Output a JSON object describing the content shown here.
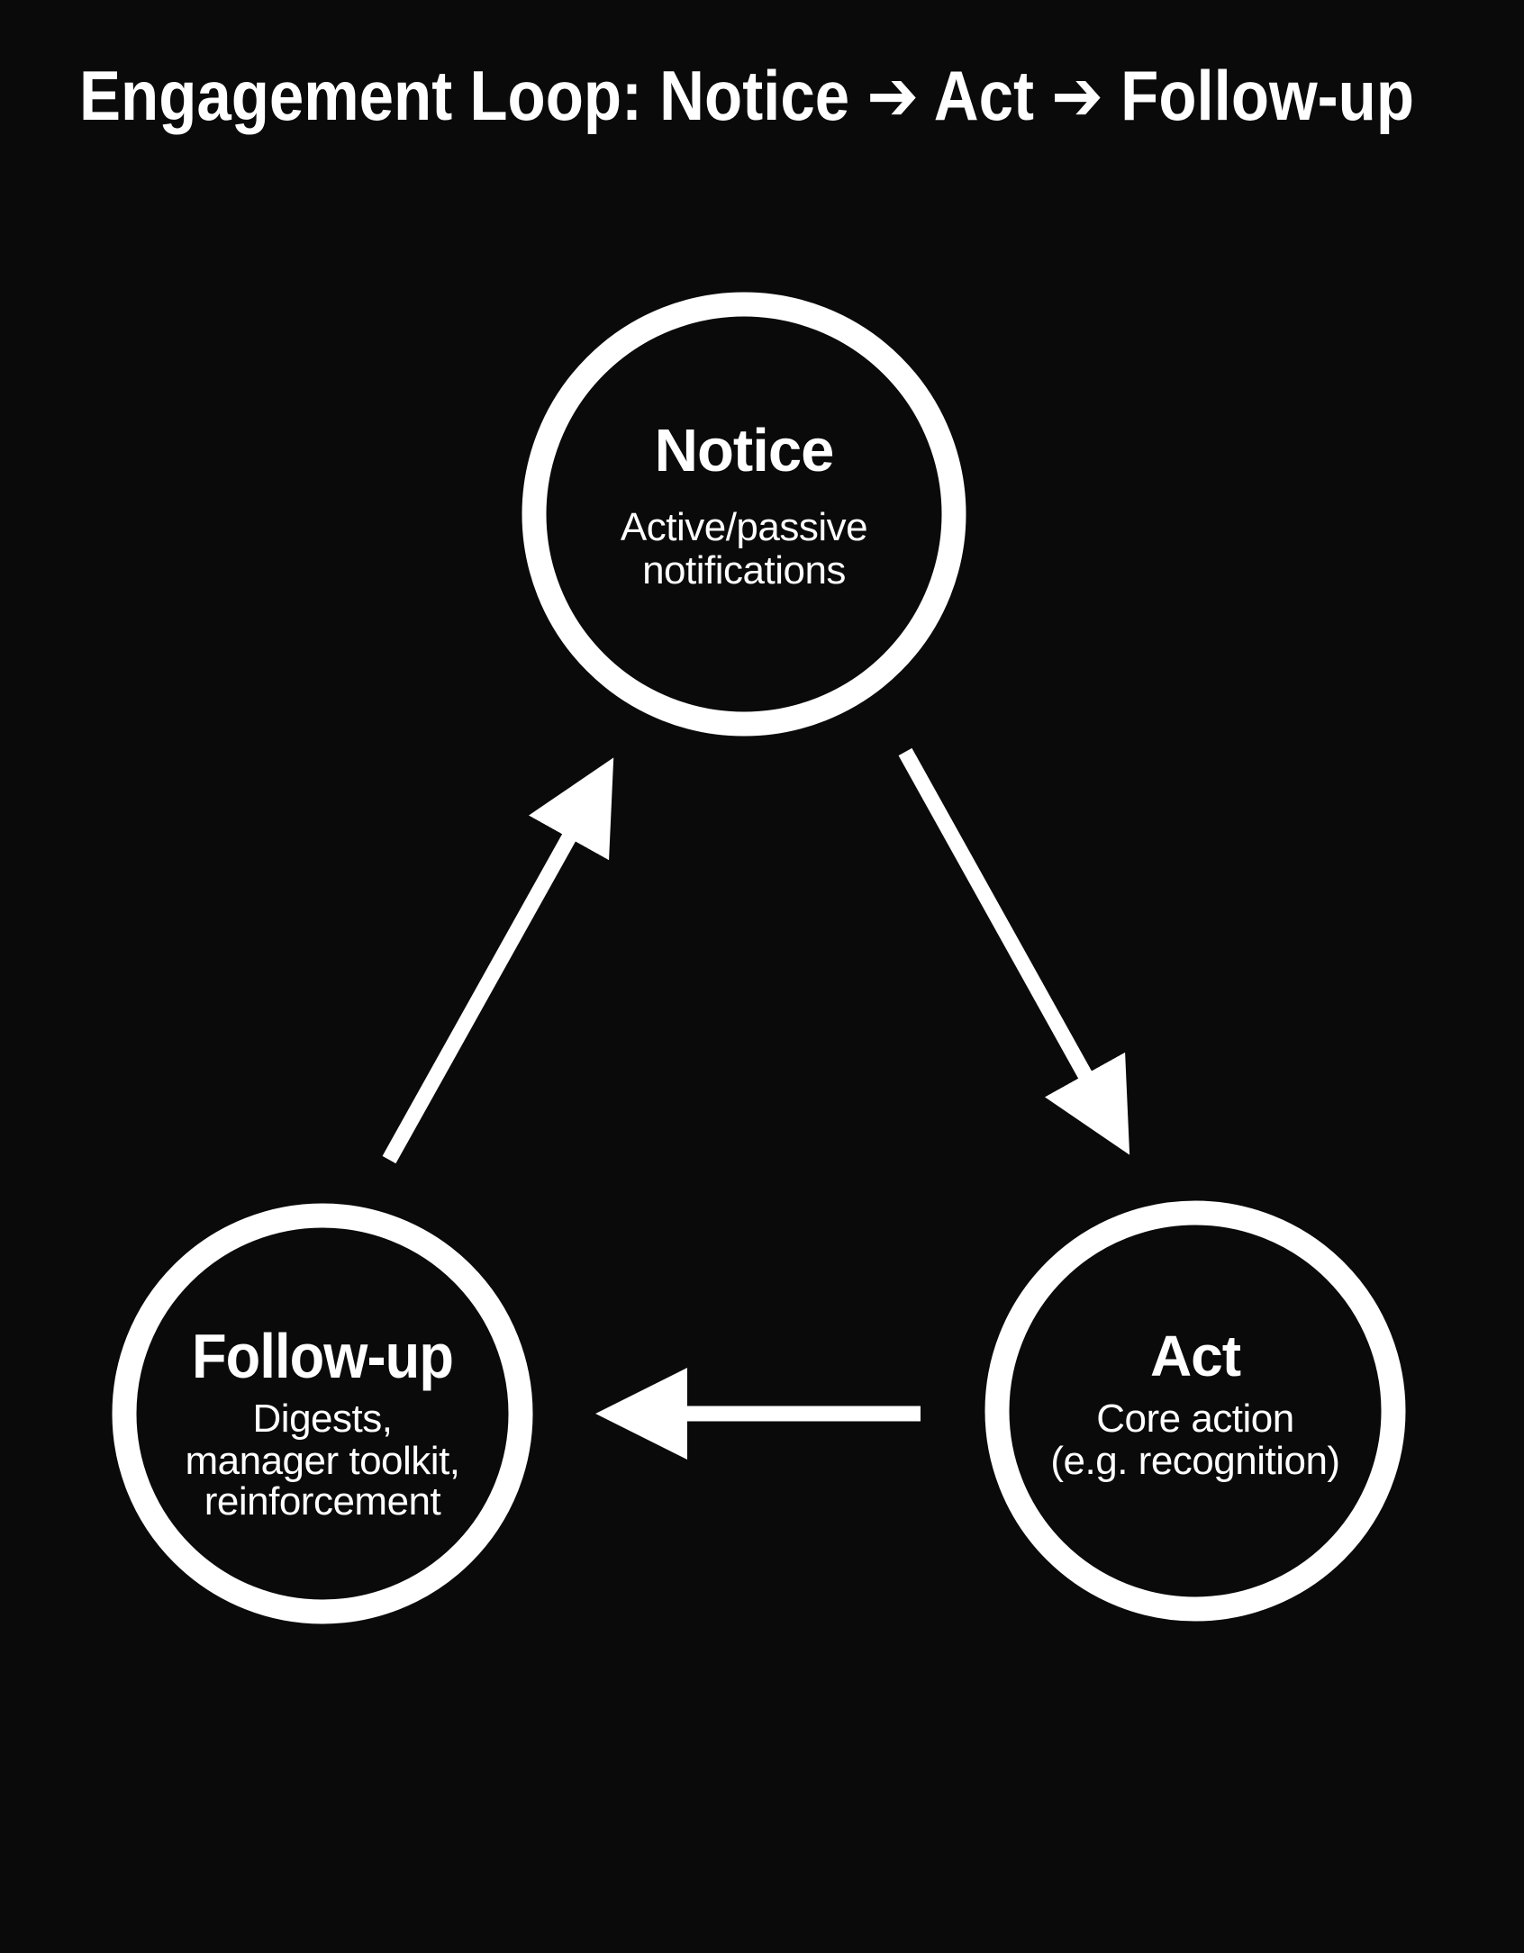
{
  "title": "Engagement Loop: Notice ➔ Act ➔ Follow-up",
  "colors": {
    "background": "#0a0a0a",
    "foreground": "#ffffff"
  },
  "nodes": {
    "notice": {
      "label": "Notice",
      "description_lines": [
        "Active/passive",
        "notifications"
      ]
    },
    "act": {
      "label": "Act",
      "description_lines": [
        "Core action",
        "(e.g. recognition)"
      ]
    },
    "followup": {
      "label": "Follow-up",
      "description_lines": [
        "Digests,",
        "manager toolkit,",
        "reinforcement"
      ]
    }
  },
  "edges": [
    {
      "from": "Notice",
      "to": "Act"
    },
    {
      "from": "Act",
      "to": "Follow-up"
    },
    {
      "from": "Follow-up",
      "to": "Notice"
    }
  ]
}
